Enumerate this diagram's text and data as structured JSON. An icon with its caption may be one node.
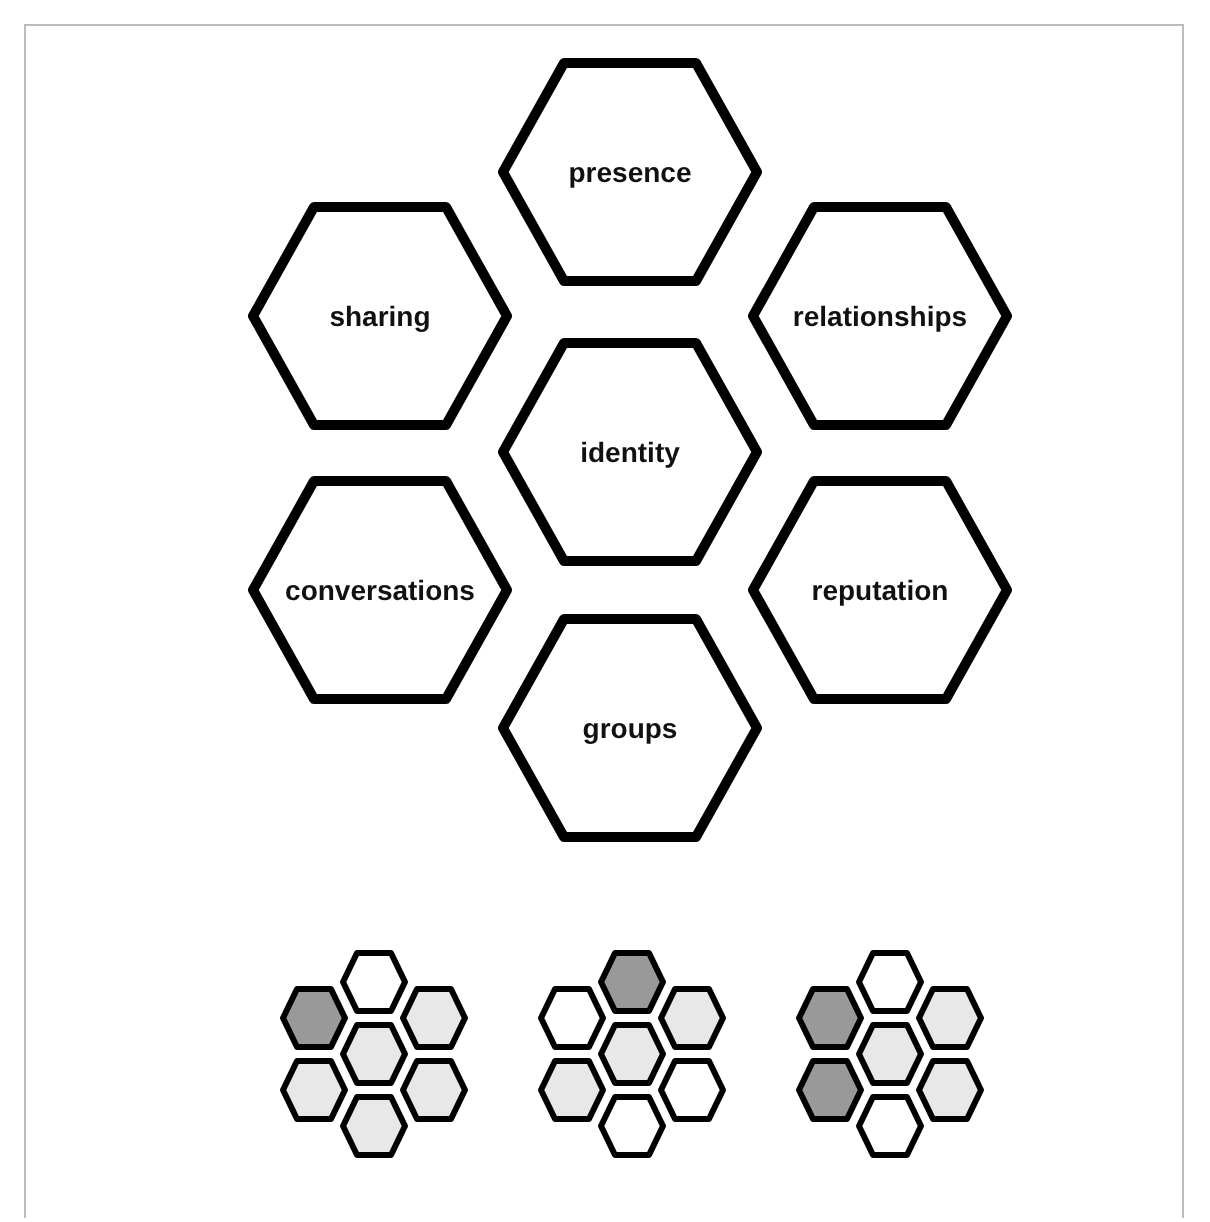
{
  "diagram": {
    "nodes": [
      {
        "text": [
          "presence"
        ]
      },
      {
        "text": [
          "sharing"
        ]
      },
      {
        "text": [
          "relationships"
        ]
      },
      {
        "text": [
          "identity"
        ]
      },
      {
        "text": [
          "conversations"
        ]
      },
      {
        "text": [
          "reputation"
        ]
      },
      {
        "text": [
          "groups"
        ]
      }
    ]
  }
}
